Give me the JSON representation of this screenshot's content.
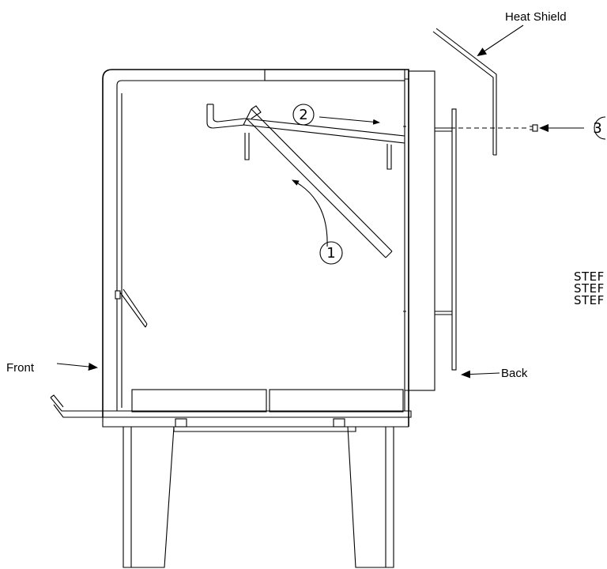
{
  "labels": {
    "heat_shield": "Heat Shield",
    "front": "Front",
    "back": "Back"
  },
  "callouts": {
    "one": "1",
    "two": "2",
    "three": "3"
  },
  "steps": [
    "STEF",
    "STEF",
    "STEF"
  ],
  "colors": {
    "line": "#000000",
    "background": "#ffffff"
  }
}
